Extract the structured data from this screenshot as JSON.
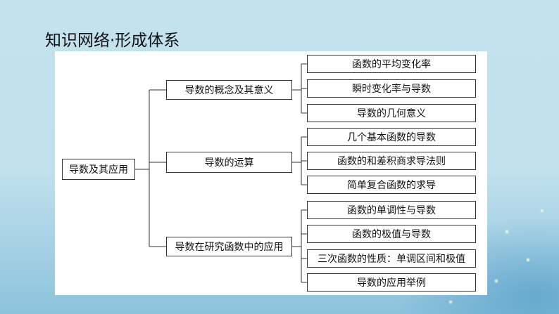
{
  "title": "知识网络·形成体系",
  "root": "导数及其应用",
  "branches": [
    {
      "label": "导数的概念及其意义",
      "children": [
        "函数的平均变化率",
        "瞬时变化率与导数",
        "导数的几何意义"
      ]
    },
    {
      "label": "导数的运算",
      "children": [
        "几个基本函数的导数",
        "函数的和差积商求导法则",
        "简单复合函数的求导"
      ]
    },
    {
      "label": "导数在研究函数中的应用",
      "children": [
        "函数的单调性与导数",
        "函数的极值与导数",
        "三次函数的性质：单调区间和极值",
        "导数的应用举例"
      ]
    }
  ]
}
